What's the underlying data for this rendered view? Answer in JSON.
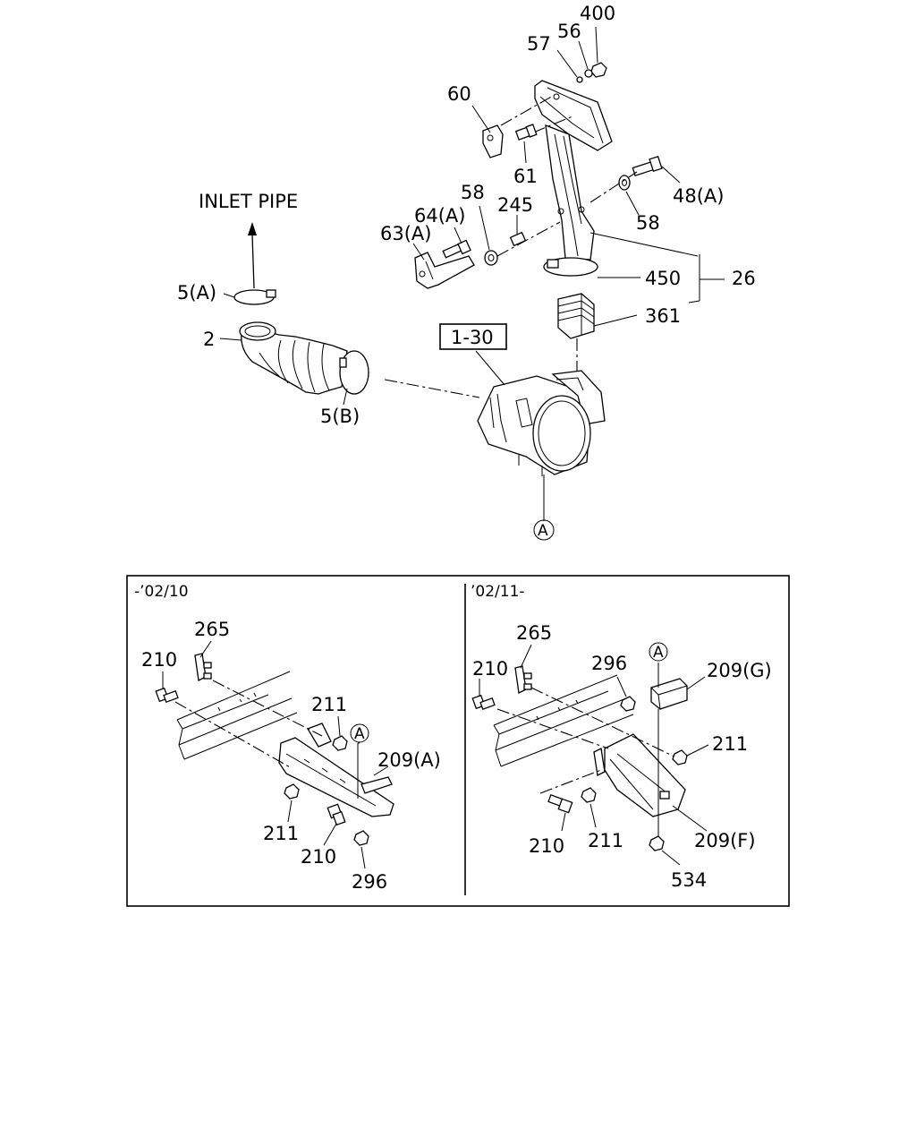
{
  "diagram": {
    "inlet_label": "INLET PIPE",
    "main_labels": {
      "p400": "400",
      "p56": "56",
      "p57": "57",
      "p60": "60",
      "p61": "61",
      "p48a": "48(A)",
      "p58_right": "58",
      "p58_left": "58",
      "p245": "245",
      "p64a": "64(A)",
      "p63a": "63(A)",
      "p450": "450",
      "p26": "26",
      "p361": "361",
      "p5a": "5(A)",
      "p2": "2",
      "p5b": "5(B)",
      "ref_1_30": "1-30",
      "ref_a": "A"
    },
    "inset_left": {
      "date": "-’02/10",
      "l265": "265",
      "l210_top": "210",
      "l211_top": "211",
      "ref_a": "A",
      "l209a": "209(A)",
      "l211_bottom": "211",
      "l210_bottom": "210",
      "l296": "296"
    },
    "inset_right": {
      "date": "’02/11-",
      "l265": "265",
      "l210_top": "210",
      "l296": "296",
      "ref_a": "A",
      "l209g": "209(G)",
      "l211_right": "211",
      "l210_bottom": "210",
      "l211_bottom": "211",
      "l209f": "209(F)",
      "l534": "534"
    }
  }
}
